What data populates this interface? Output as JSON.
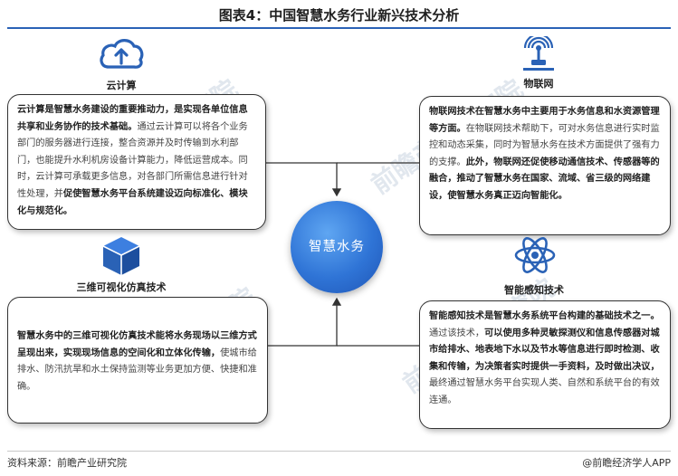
{
  "title": "图表4：中国智慧水务行业新兴技术分析",
  "hub": "智慧水务",
  "watermark": "前瞻产业研究院",
  "footer": {
    "source": "资料来源：前瞻产业研究院",
    "brand": "@前瞻经济学人APP"
  },
  "colors": {
    "accent": "#2a62b6",
    "hub": "#2f74d6"
  },
  "nodes": {
    "cloud": {
      "label": "云计算",
      "icon": "cloud-upload-icon",
      "parts": [
        {
          "t": "云计算是智慧水务建设的重要推动力，是实现各单位信息共享和业务协作的技术基础。",
          "b": true
        },
        {
          "t": "通过云计算可以将各个业务部门的服务器进行连接，整合资源并及时传输到水利部门，也能提升水利机房设备计算能力，降低运营成本。同时，云计算可承载更多信息，对各部门所需信息进行针对性处理，并",
          "b": false
        },
        {
          "t": "促使智慧水务平台系统建设迈向标准化、模块化与规范化。",
          "b": true
        }
      ]
    },
    "iot": {
      "label": "物联网",
      "icon": "broadcast-antenna-icon",
      "parts": [
        {
          "t": "物联网技术在智慧水务中主要用于水务信息和水资源管理等方面。",
          "b": true
        },
        {
          "t": "在物联网技术帮助下，可对水务信息进行实时监控和动态采集，同时为智慧水务在技术方面提供了强有力的支撑。",
          "b": false
        },
        {
          "t": "此外，物联网还促使移动通信技术、传感器等的融合，推动了智慧水务在国家、流域、省三级的网络建设，使智慧水务真正迈向智能化。",
          "b": true
        }
      ]
    },
    "viz": {
      "label": "三维可视化仿真技术",
      "icon": "cube-icon",
      "parts": [
        {
          "t": "智慧水务中的三维可视化仿真技术能将水务现场以三维方式呈现出来，实现现场信息的空间化和立体化传输，",
          "b": true
        },
        {
          "t": "使城市给排水、防汛抗旱和水土保持监测等业务更加方便、快捷和准确。",
          "b": false
        }
      ]
    },
    "sense": {
      "label": "智能感知技术",
      "icon": "atom-icon",
      "parts": [
        {
          "t": "智能感知技术是智慧水务系统平台构建的基础技术之一。",
          "b": true
        },
        {
          "t": "通过该技术，",
          "b": false
        },
        {
          "t": "可以使用多种灵敏探测仪和信息传感器对城市给排水、地表地下水以及节水等信息进行即时检测、收集和传输，为决策者实时提供一手资料，及时做出决议，",
          "b": true
        },
        {
          "t": "最终通过智慧水务平台实现人类、自然和系统平台的有效连通。",
          "b": false
        }
      ]
    }
  }
}
